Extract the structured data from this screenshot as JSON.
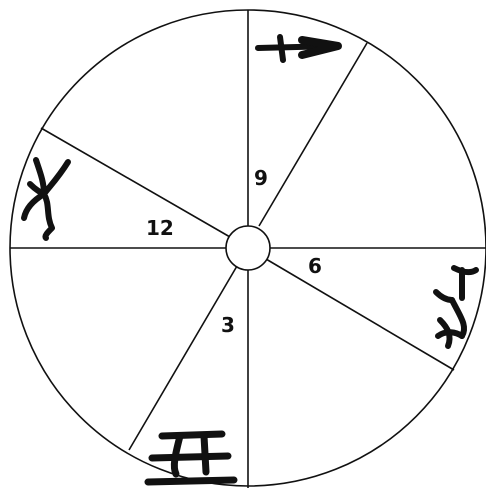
{
  "diagram": {
    "sector_labels": [
      "9",
      "12",
      "6",
      "3"
    ],
    "icons": [
      "arrow-symbol-icon",
      "dancer-symbol-icon",
      "runner-symbol-icon",
      "gate-symbol-icon"
    ],
    "colors": {
      "line": "#111111",
      "background": "#ffffff"
    }
  }
}
